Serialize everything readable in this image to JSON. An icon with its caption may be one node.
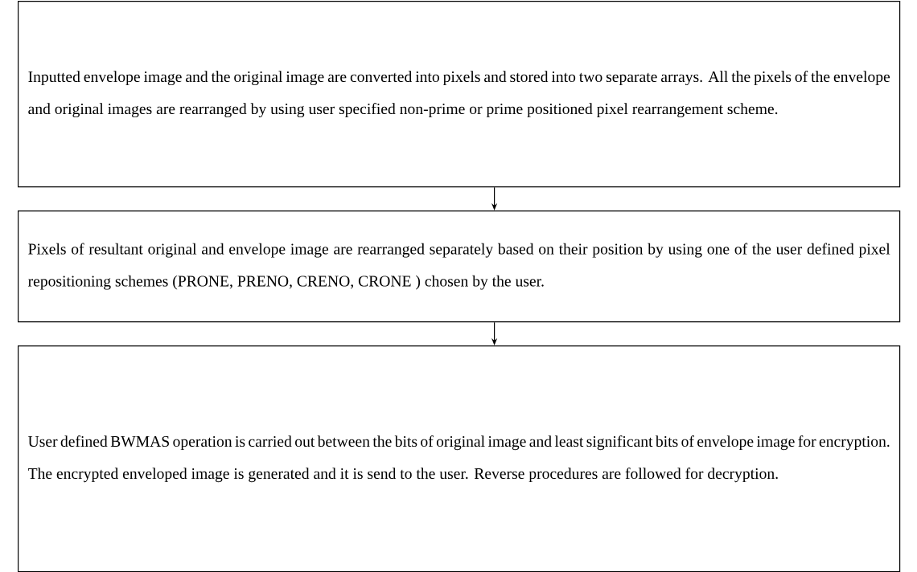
{
  "diagram": {
    "nodes": [
      {
        "text": [
          "Inputted envelope image and the original image are converted into pixels and stored into two separate arrays. All the pixels of the envelope and original images are rearranged by using user specified non-prime or prime positioned pixel rearrangement scheme."
        ]
      },
      {
        "text": [
          "Pixels of resultant original and envelope image are rearranged separately based on their position by using one of the user defined pixel repositioning schemes (PRONE, PRENO, CRENO, CRONE ) chosen by the user."
        ]
      },
      {
        "text": [
          "User defined BWMAS operation is carried out between the bits of original image and least significant bits of envelope image for encryption. The encrypted enveloped image is generated and it is send to the user. Reverse procedures are followed for decryption."
        ]
      }
    ],
    "edges": [
      {
        "from": 0,
        "to": 1,
        "arrow": "to"
      },
      {
        "from": 1,
        "to": 2,
        "arrow": "to"
      }
    ]
  }
}
